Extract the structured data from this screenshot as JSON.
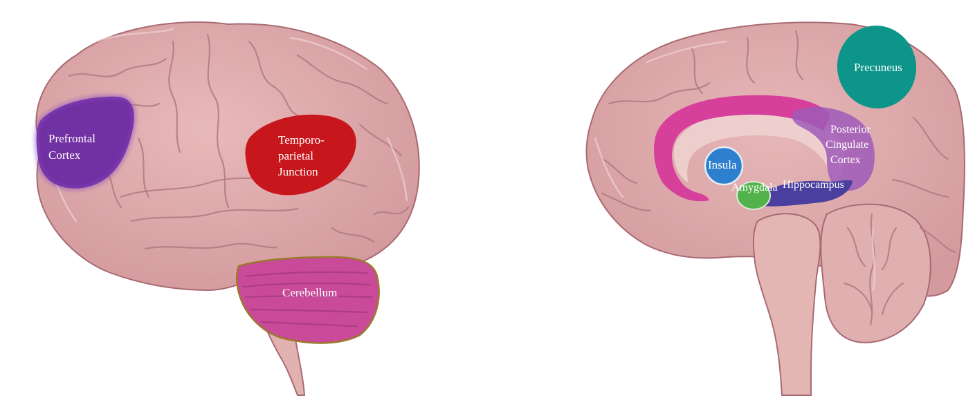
{
  "lateral_view": {
    "regions": [
      {
        "key": "prefrontal",
        "lines": [
          "Prefrontal",
          "Cortex"
        ],
        "color": "#6a2aa2"
      },
      {
        "key": "tpj",
        "lines": [
          "Temporo-",
          "parietal",
          "Junction"
        ],
        "color": "#c8171c"
      },
      {
        "key": "cerebellum",
        "lines": [
          "Cerebellum"
        ],
        "color": "#c94a98"
      }
    ]
  },
  "medial_view": {
    "regions": [
      {
        "key": "precuneus",
        "lines": [
          "Precuneus"
        ],
        "color": "#0e958a"
      },
      {
        "key": "pcc",
        "lines": [
          "Posterior",
          "Cingulate",
          "Cortex"
        ],
        "color": "#a05ab8"
      },
      {
        "key": "insula",
        "lines": [
          "Insula"
        ],
        "color": "#2f7fcf"
      },
      {
        "key": "amygdala",
        "lines": [
          "Amygdala"
        ],
        "color": "#52b34a"
      },
      {
        "key": "hippocampus",
        "lines": [
          "Hippocampus"
        ],
        "color": "#4a3f9e"
      },
      {
        "key": "cingulate",
        "lines": [],
        "color": "#d6409a"
      }
    ]
  },
  "palette": {
    "brain_tissue": "#dca6a8",
    "brain_outline": "#a86a72",
    "brainstem": "#e4b6b3"
  }
}
